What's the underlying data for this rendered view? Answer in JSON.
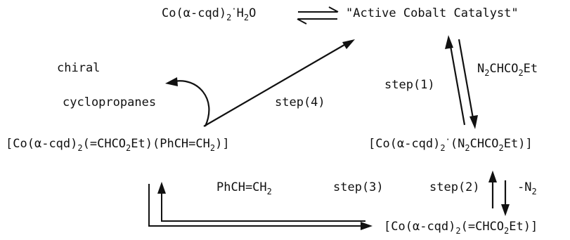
{
  "species": {
    "hydrate": {
      "p1": "Co(",
      "alpha": "α",
      "p2": "-cqd)",
      "s1": "2",
      "dot": "·",
      "p3": "H",
      "s2": "2",
      "p4": "O"
    },
    "active_catalyst": "\"Active Cobalt Catalyst\"",
    "diazo_complex": {
      "p1": "[Co(",
      "alpha": "α",
      "p2": "-cqd)",
      "s1": "2",
      "dot": "·",
      "p3": "(N",
      "s2": "2",
      "p4": "CHCO",
      "s3": "2",
      "p5": "Et)]"
    },
    "carbene_complex": {
      "p1": "[Co(",
      "alpha": "α",
      "p2": "-cqd)",
      "s1": "2",
      "p3": "(=CHCO",
      "s2": "2",
      "p4": "Et)]"
    },
    "carbene_styrene_complex": {
      "p1": "[Co(",
      "alpha": "α",
      "p2": "-cqd)",
      "s1": "2",
      "p3": "(=CHCO",
      "s2": "2",
      "p4": "Et)(PhCH=CH",
      "s3": "2",
      "p5": ")]"
    }
  },
  "reagents": {
    "ethyl_diazoacetate": {
      "p1": "N",
      "s1": "2",
      "p2": "CHCO",
      "s2": "2",
      "p3": "Et"
    },
    "nitrogen_loss": {
      "p1": "-N",
      "s1": "2"
    },
    "styrene": {
      "p1": "PhCH=CH",
      "s1": "2"
    }
  },
  "products": {
    "line1": "chiral",
    "line2": "cyclopropanes"
  },
  "steps": {
    "step1": "step(1)",
    "step2": "step(2)",
    "step3": "step(3)",
    "step4": "step(4)"
  }
}
